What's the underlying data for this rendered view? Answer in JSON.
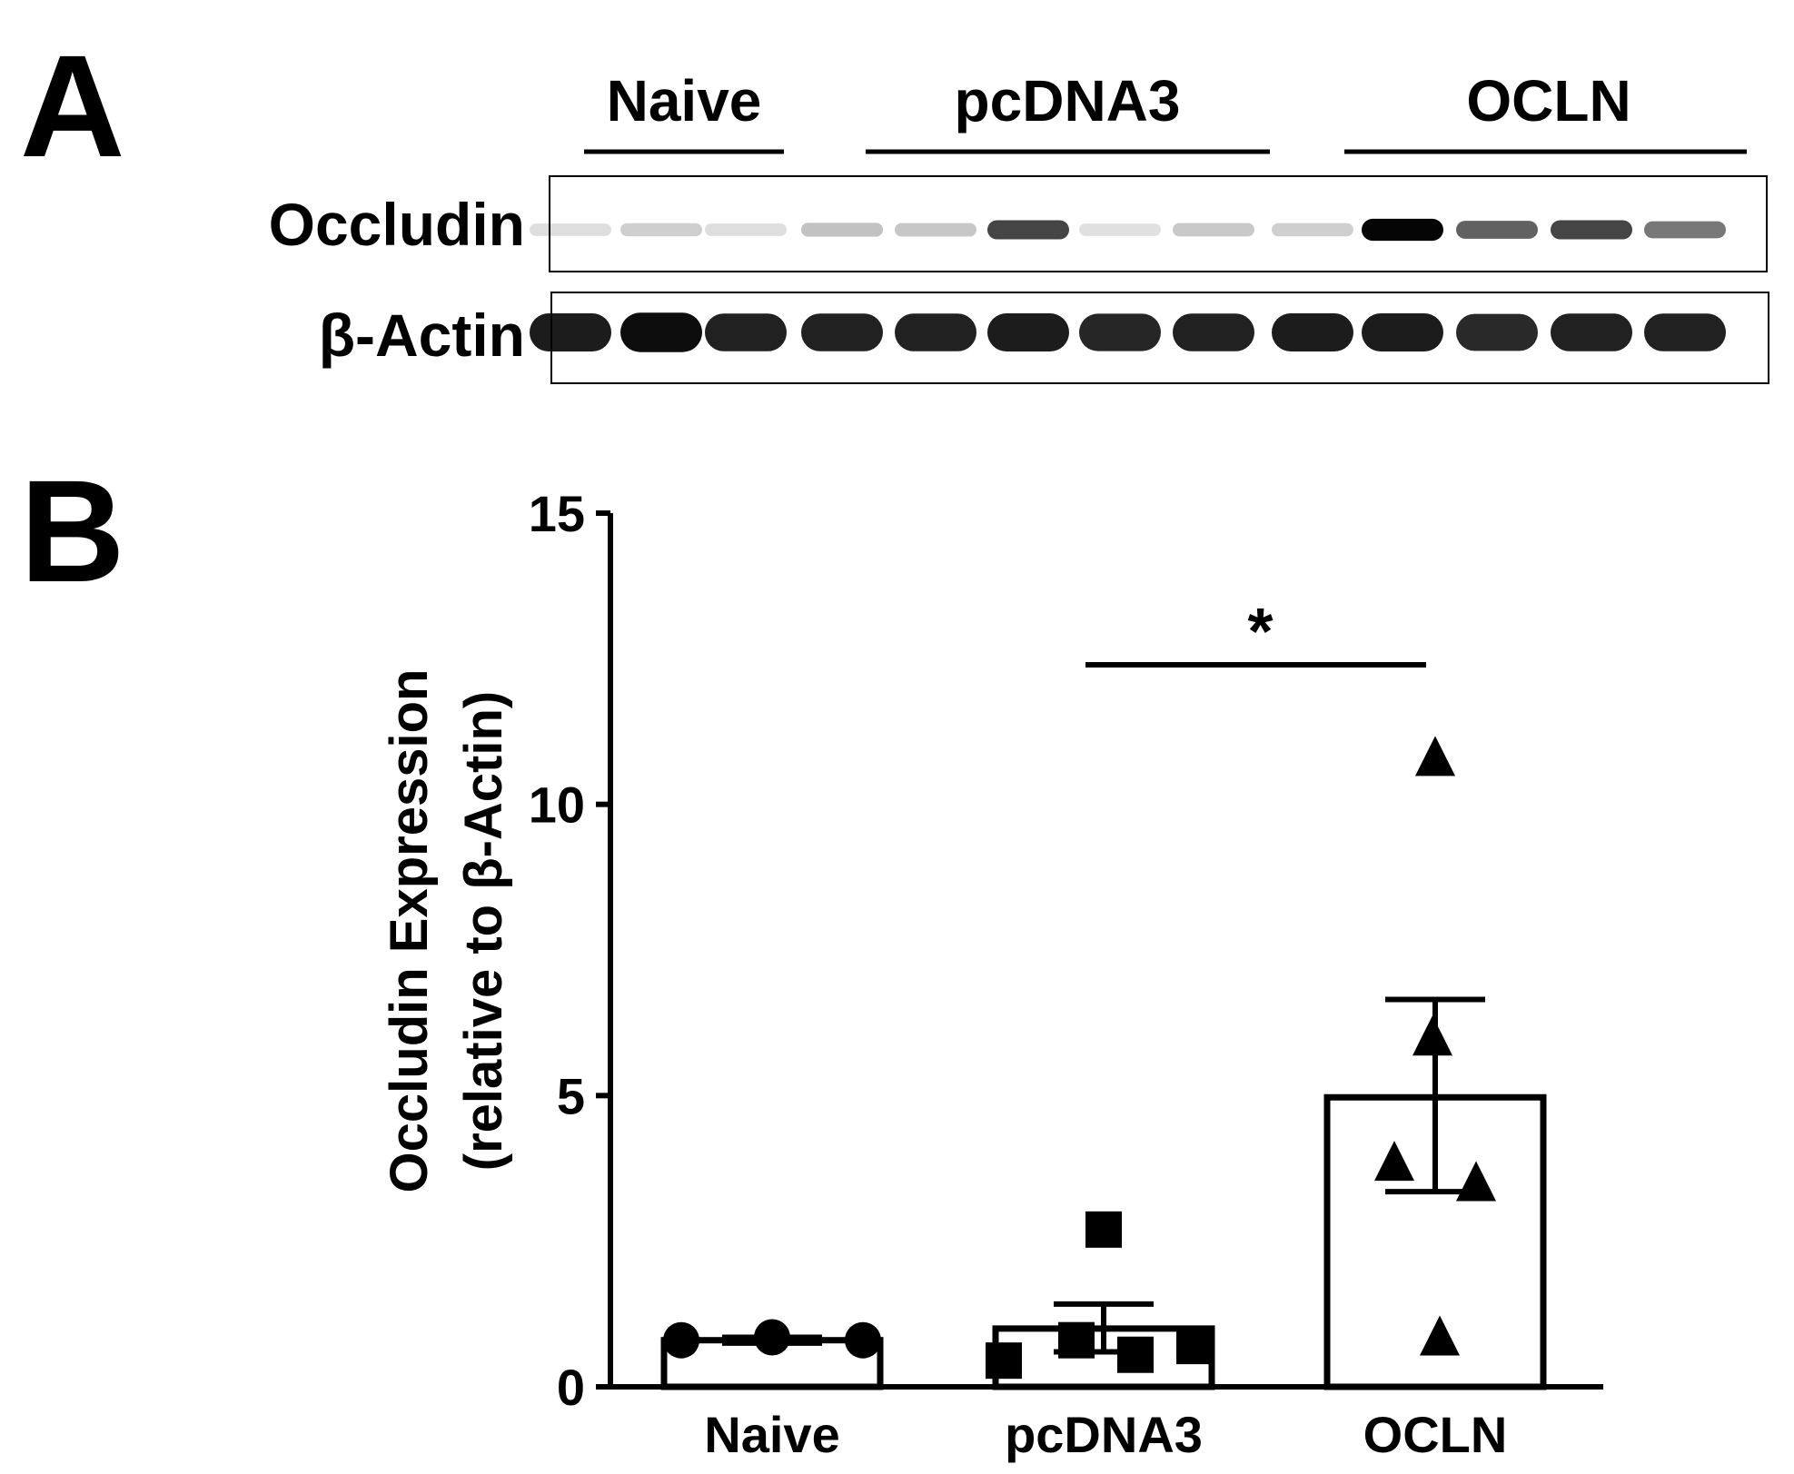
{
  "panels": {
    "a": {
      "label": "A"
    },
    "b": {
      "label": "B"
    }
  },
  "blot": {
    "groups": [
      "Naive",
      "pcDNA3",
      "OCLN"
    ],
    "rows": [
      {
        "label": "Occludin",
        "intensities": [
          0.06,
          0.12,
          0.05,
          0.18,
          0.15,
          0.72,
          0.04,
          0.14,
          0.12,
          1.0,
          0.6,
          0.72,
          0.5
        ]
      },
      {
        "label": "β-Actin",
        "intensities": [
          0.9,
          0.97,
          0.88,
          0.88,
          0.88,
          0.9,
          0.86,
          0.88,
          0.9,
          0.9,
          0.84,
          0.88,
          0.88
        ]
      }
    ]
  },
  "chart_data": {
    "type": "bar",
    "categories": [
      "Naive",
      "pcDNA3",
      "OCLN"
    ],
    "values": [
      0.8,
      1.0,
      4.97
    ],
    "error_upper": [
      0.85,
      1.42,
      6.65
    ],
    "error_lower": [
      0.75,
      0.6,
      3.35
    ],
    "points": [
      {
        "category": "Naive",
        "marker": "circle",
        "values": [
          0.8,
          0.85,
          0.8
        ]
      },
      {
        "category": "pcDNA3",
        "marker": "square",
        "values": [
          0.45,
          0.8,
          2.7,
          0.55,
          0.7
        ]
      },
      {
        "category": "OCLN",
        "marker": "triangle",
        "values": [
          10.8,
          6.0,
          3.85,
          3.5,
          0.85
        ]
      }
    ],
    "ylabel_line1": "Occludin Expression",
    "ylabel_line2": "(relative to β-Actin)",
    "yticks": [
      0,
      5,
      10,
      15
    ],
    "ylim": [
      0,
      15
    ],
    "significance": {
      "from": "pcDNA3",
      "to": "OCLN",
      "label": "*"
    }
  }
}
